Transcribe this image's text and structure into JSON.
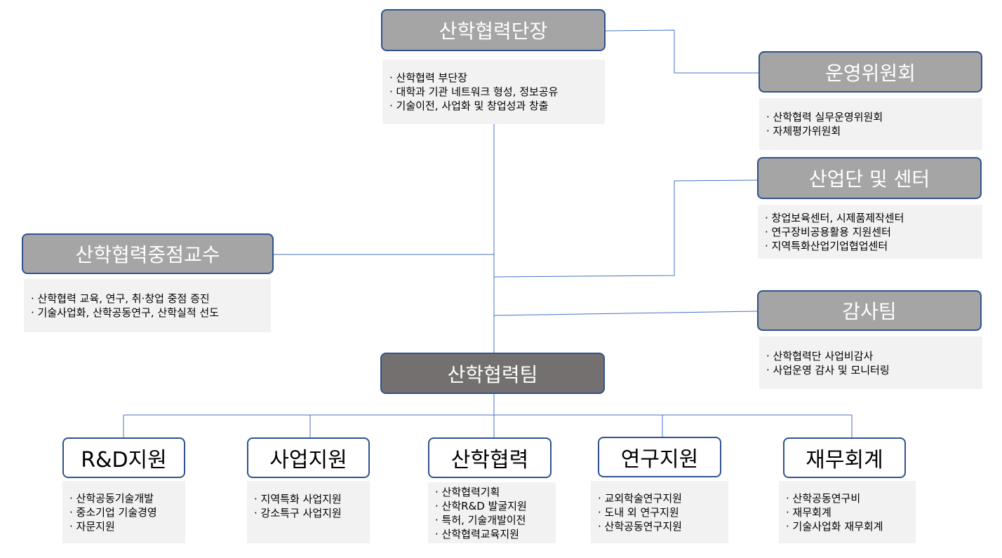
{
  "head": {
    "title": "산학협력단장",
    "items": [
      "산학협력 부단장",
      "대학과 기관 네트워크 형성, 정보공유",
      "기술이전, 사업화 및 창업성과 창출"
    ]
  },
  "committee": {
    "title": "운영위원회",
    "items": [
      "산학협력 실무운영위원회",
      "자체평가위원회"
    ]
  },
  "centers": {
    "title": "산업단 및 센터",
    "items": [
      "창업보육센터, 시제품제작센터",
      "연구장비공용활용 지원센터",
      "지역특화산업기업협업센터"
    ]
  },
  "professor": {
    "title": "산학협력중점교수",
    "items": [
      "산학협력 교육, 연구, 취·창업 중점 증진",
      "기술사업화, 산학공동연구, 산학실적 선도"
    ]
  },
  "audit": {
    "title": "감사팀",
    "items": [
      "산학협력단 사업비감사",
      "사업운영 감사 및 모니터링"
    ]
  },
  "team": {
    "title": "산학협력팀"
  },
  "units": [
    {
      "title": "R&D지원",
      "items": [
        "산학공동기술개발",
        "중소기업 기술경영",
        "자문지원"
      ]
    },
    {
      "title": "사업지원",
      "items": [
        "지역특화 사업지원",
        "강소특구 사업지원"
      ]
    },
    {
      "title": "산학협력",
      "items": [
        "산학협력기획",
        "산학R&D 발굴지원",
        "특허, 기술개발이전",
        "산학협력교육지원"
      ]
    },
    {
      "title": "연구지원",
      "items": [
        "교외학술연구지원",
        "도내 외 연구지원",
        "산학공동연구지원"
      ]
    },
    {
      "title": "재무회계",
      "items": [
        "산학공동연구비",
        "재무회계",
        "기술사업화 재무회계"
      ]
    }
  ]
}
